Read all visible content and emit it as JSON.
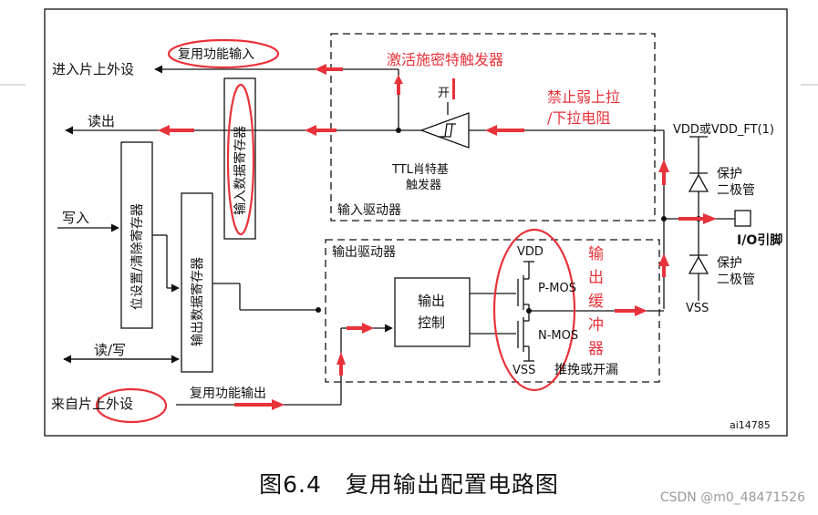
{
  "labels": {
    "to_peripheral": "进入片上外设",
    "alt_func_input": "复用功能输入",
    "read_out": "读出",
    "write_in": "写入",
    "read_write": "读/写",
    "from_peripheral": "来自片上外设",
    "alt_func_output": "复用功能输出",
    "bit_set_reset_reg": "位设置/清除寄存器",
    "input_data_reg": "输入数据寄存器",
    "output_data_reg": "输出数据寄存器",
    "ttl_schmitt_1": "TTL肖特基",
    "ttl_schmitt_2": "触发器",
    "switch_on": "开",
    "input_driver": "输入驱动器",
    "output_driver": "输出驱动器",
    "output_control_1": "输出",
    "output_control_2": "控制",
    "vdd_or_vddft": "VDD或VDD_FT(1)",
    "protect_diode_top_1": "保护",
    "protect_diode_top_2": "二极管",
    "protect_diode_bot_1": "保护",
    "protect_diode_bot_2": "二极管",
    "io_pin": "I/O引脚",
    "vss_right": "VSS",
    "vdd_driver": "VDD",
    "vss_driver": "VSS",
    "pmos": "P-MOS",
    "nmos": "N-MOS",
    "push_pull_open_drain": "推挽或开漏",
    "figure_id": "ai14785"
  },
  "annotations": {
    "activate_schmitt": "激活施密特触发器",
    "disable_pull_1": "禁止弱上拉",
    "disable_pull_2": "/下拉电阻",
    "output_buffer": [
      "输",
      "出",
      "缓",
      "冲",
      "器"
    ]
  },
  "caption": "图6.4　复用输出配置电路图",
  "watermark": "CSDN @m0_48471526",
  "colors": {
    "annotation": "#e8323a",
    "line": "#111111"
  }
}
